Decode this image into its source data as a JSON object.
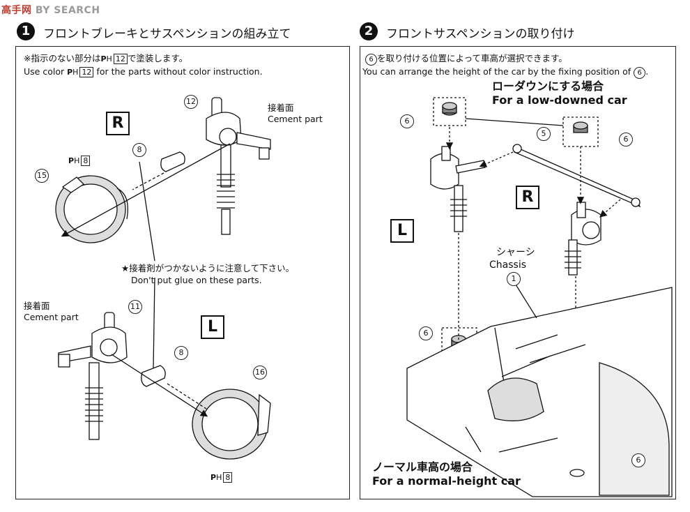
{
  "watermark": {
    "part_a": "高手网",
    "part_b": "BY SEARCH"
  },
  "step1": {
    "number": "1",
    "title": "フロントブレーキとサスペンションの組み立て",
    "note_jp_pre": "※指示のない部分は",
    "note_jp_post": "で塗装します。",
    "note_en_pre": "Use color",
    "note_en_post": "for the parts without color instruction.",
    "ph_letter": "P",
    "ph_sub": "H",
    "ph_default": "12",
    "label_r": "R",
    "label_l": "L",
    "part_12": "12",
    "part_8_top": "8",
    "part_15": "15",
    "ph8_top": "8",
    "cement_top_jp": "接着面",
    "cement_top_en": "Cement part",
    "glue_jp": "★接着剤がつかないように注意して下さい。",
    "glue_en": "Don't put glue on these parts.",
    "cement_bot_jp": "接着面",
    "cement_bot_en": "Cement part",
    "part_11": "11",
    "part_8_bot": "8",
    "part_16": "16",
    "ph8_bot": "8"
  },
  "step2": {
    "number": "2",
    "title": "フロントサスペンションの取り付け",
    "note_jp_pre": "",
    "note_jp_num": "6",
    "note_jp_post": "を取り付ける位置によって車高が選択できます。",
    "note_en_pre": "You can arrange the height of the car by the fixing position of",
    "note_en_num": "6",
    "note_en_post": ".",
    "low_jp": "ローダウンにする場合",
    "low_en": "For a low-downed car",
    "normal_jp": "ノーマル車高の場合",
    "normal_en": "For a normal-height car",
    "chassis_jp": "シャーシ",
    "chassis_en": "Chassis",
    "label_r": "R",
    "label_l": "L",
    "part_6a": "6",
    "part_6b": "6",
    "part_5": "5",
    "part_1": "1",
    "part_6c": "6",
    "part_6d": "6"
  }
}
